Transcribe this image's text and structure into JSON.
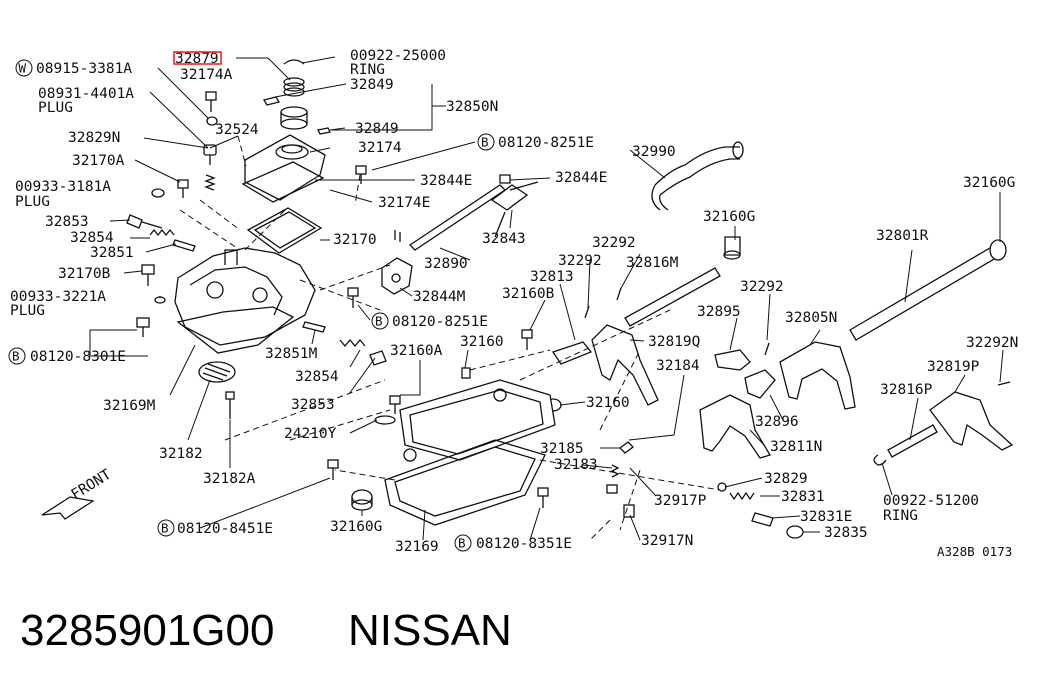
{
  "diagram": {
    "labels": {
      "p_00922_25000": "00922-25000",
      "ring_top": "RING",
      "p_32879": "32879",
      "p_32174A": "32174A",
      "p_08915": "08915-3381A",
      "p_08931": "08931-4401A",
      "plug1": "PLUG",
      "p_32849a": "32849",
      "p_32850N": "32850N",
      "p_32849b": "32849",
      "p_32524": "32524",
      "p_32829N": "32829N",
      "p_32174": "32174",
      "p_08120_8251E_a": "08120-8251E",
      "p_32990": "32990",
      "p_32170A": "32170A",
      "p_00933_3181A": "00933-3181A",
      "plug2": "PLUG",
      "p_32844E_a": "32844E",
      "p_32844E_b": "32844E",
      "p_32174E": "32174E",
      "p_32160G_a": "32160G",
      "p_32160G_b": "32160G",
      "p_32853a": "32853",
      "p_32854a": "32854",
      "p_32851": "32851",
      "p_32170": "32170",
      "p_32843": "32843",
      "p_32292a": "32292",
      "p_32801R": "32801R",
      "p_32170B": "32170B",
      "p_32890": "32890",
      "p_32813": "32813",
      "p_32292b": "32292",
      "p_32816M": "32816M",
      "p_00933_3221A": "00933-3221A",
      "plug3": "PLUG",
      "p_32844M": "32844M",
      "p_32160B": "32160B",
      "p_32292c": "32292",
      "p_08120_8251E_b": "08120-8251E",
      "p_32895": "32895",
      "p_32805N": "32805N",
      "p_08120_8301E": "08120-8301E",
      "p_32851M": "32851M",
      "p_32819Q": "32819Q",
      "p_32292N": "32292N",
      "p_32160A": "32160A",
      "p_32160a": "32160",
      "p_32854b": "32854",
      "p_32184": "32184",
      "p_32819P": "32819P",
      "p_32169M": "32169M",
      "p_32853b": "32853",
      "p_32160b": "32160",
      "p_32816P": "32816P",
      "p_32896": "32896",
      "p_24210Y": "24210Y",
      "p_32811N": "32811N",
      "p_32182": "32182",
      "p_32185": "32185",
      "p_32183": "32183",
      "p_32829": "32829",
      "p_32182A": "32182A",
      "p_32917P": "32917P",
      "p_32831": "32831",
      "p_00922_51200": "00922-51200",
      "ring_bot": "RING",
      "p_32831E": "32831E",
      "p_08120_8451E": "08120-8451E",
      "p_32160G_c": "32160G",
      "p_32835": "32835",
      "p_32169": "32169",
      "p_08120_8351E": "08120-8351E",
      "p_32917N": "32917N",
      "front": "FRONT",
      "ref_code": "A328B 0173"
    }
  },
  "footer": {
    "part_number": "3285901G00",
    "brand": "NISSAN"
  },
  "colors": {
    "line": "#111111",
    "highlight": "#e8262b",
    "background": "#ffffff"
  }
}
